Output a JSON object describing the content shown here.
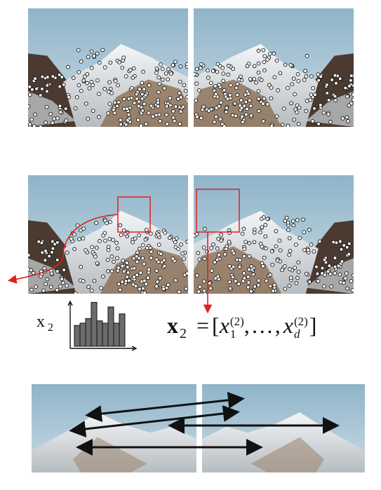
{
  "colors": {
    "sky_top": "#8fb4c9",
    "sky_bottom": "#c9dbe4",
    "rock_dark": "#4a3a30",
    "rock_brown": "#8a6a4c",
    "snow": "#e9ecef",
    "highlight_box": "#e02020",
    "arrow_red": "#e02020",
    "match_line": "#111111",
    "histogram_bar": "#6b6b6b"
  },
  "icons": [
    "keypoint-dot",
    "red-curved-arrow",
    "histogram-icon",
    "double-headed-arrow"
  ],
  "rows": [
    {
      "name": "detected-keypoints-pair",
      "images": [
        "left-mountain-photo",
        "right-mountain-photo"
      ]
    },
    {
      "name": "descriptor-patch-pair",
      "images": [
        "left-mountain-photo",
        "right-mountain-photo"
      ]
    },
    {
      "name": "matched-crops-pair",
      "images": [
        "left-peak-crop",
        "right-peak-crop"
      ]
    }
  ],
  "histogram": {
    "label_base": "x",
    "label_sub": "2",
    "values": [
      0.45,
      0.5,
      0.6,
      0.95,
      0.55,
      0.5,
      0.85,
      0.5,
      0.7
    ]
  },
  "equation": {
    "lhs_base": "x",
    "lhs_sub": "2",
    "equals": "=",
    "open": "[",
    "x1_base": "x",
    "x1_sub": "1",
    "x1_sup": "(2)",
    "sep1": ",",
    "dots": "…",
    "sep2": ",",
    "xd_base": "x",
    "xd_sub": "d",
    "xd_sup": "(2)",
    "close": "]"
  }
}
